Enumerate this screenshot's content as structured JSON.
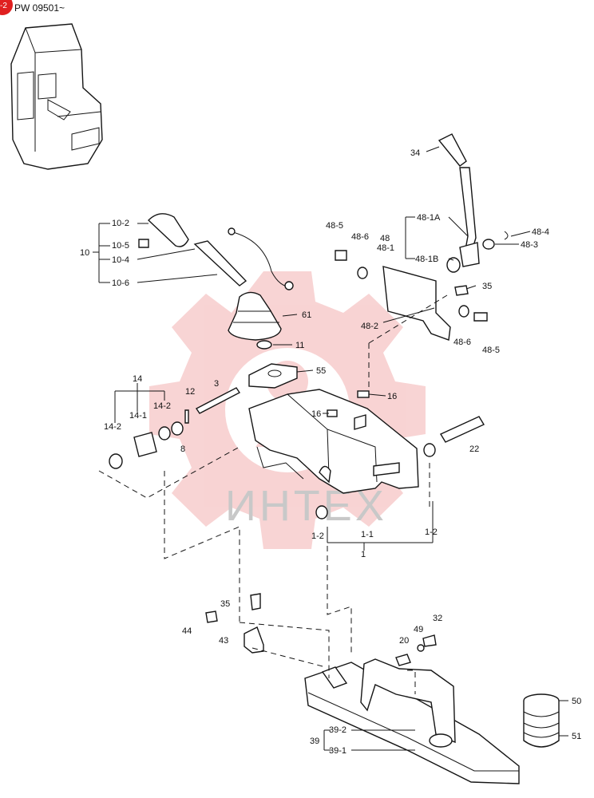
{
  "header": {
    "badge_text": "-2",
    "serial": "PW 09501~",
    "badge_color": "#e02020"
  },
  "watermark": {
    "text": "ИНТЕХ",
    "logo_color": "#f3b0b0"
  },
  "labels": {
    "l10": "10",
    "l10_2": "10-2",
    "l10_5": "10-5",
    "l10_4": "10-4",
    "l10_6": "10-6",
    "l34": "34",
    "l48_5a": "48-5",
    "l48_6a": "48-6",
    "l48": "48",
    "l48_1": "48-1",
    "l48_1A": "48-1A",
    "l48_1B": "48-1B",
    "l48_4": "48-4",
    "l48_3": "48-3",
    "l35a": "35",
    "l48_2": "48-2",
    "l48_6b": "48-6",
    "l48_5b": "48-5",
    "l61": "61",
    "l11": "11",
    "l55": "55",
    "l14": "14",
    "l14_1": "14-1",
    "l14_2a": "14-2",
    "l14_2b": "14-2",
    "l12": "12",
    "l3": "3",
    "l8": "8",
    "l16a": "16",
    "l16b": "16",
    "l22": "22",
    "l1_2a": "1-2",
    "l1_1": "1-1",
    "l1": "1",
    "l1_2b": "1-2",
    "l35b": "35",
    "l44": "44",
    "l43": "43",
    "l49": "49",
    "l32": "32",
    "l20": "20",
    "l50": "50",
    "l51": "51",
    "l39": "39",
    "l39_2": "39-2",
    "l39_1": "39-1"
  }
}
